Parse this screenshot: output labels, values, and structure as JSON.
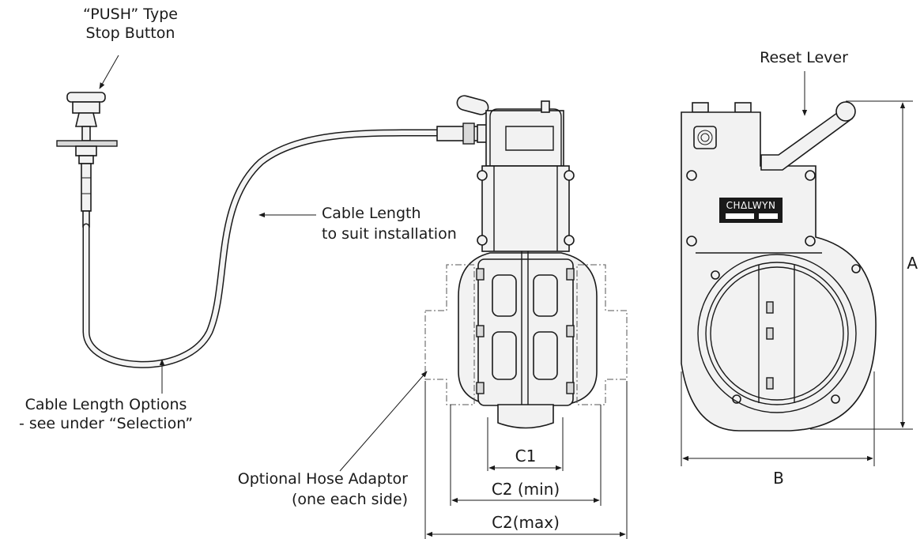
{
  "labels": {
    "push_button_line1": "“PUSH” Type",
    "push_button_line2": "Stop Button",
    "reset_lever": "Reset Lever",
    "cable_length_line1": "Cable Length",
    "cable_length_line2": "to suit installation",
    "cable_options_line1": "Cable Length Options",
    "cable_options_line2": "- see under “Selection”",
    "hose_adaptor_line1": "Optional Hose Adaptor",
    "hose_adaptor_line2": "(one each side)",
    "brand": "CHΔLWYN"
  },
  "dimensions": {
    "c1": "C1",
    "c2_min": "C2 (min)",
    "c2_max": "C2(max)",
    "a": "A",
    "b": "B"
  }
}
